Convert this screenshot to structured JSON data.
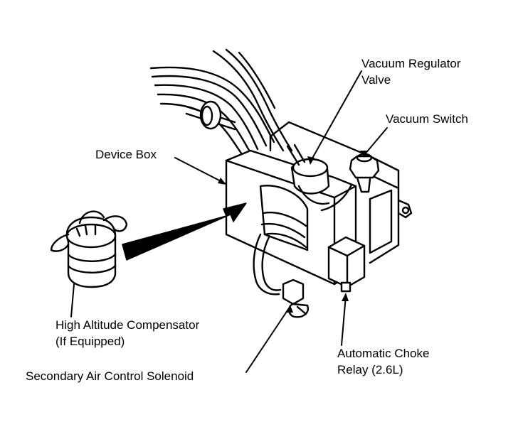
{
  "labels": {
    "vacuum_regulator_valve": [
      "Vacuum Regulator",
      "Valve"
    ],
    "vacuum_switch": "Vacuum Switch",
    "device_box": "Device Box",
    "high_altitude_compensator": [
      "High Altitude Compensator",
      "(If Equipped)"
    ],
    "secondary_air_control_solenoid": "Secondary Air Control Solenoid",
    "automatic_choke_relay": [
      "Automatic Choke",
      "Relay (2.6L)"
    ]
  },
  "colors": {
    "ink": "#000000",
    "paper": "#ffffff"
  }
}
